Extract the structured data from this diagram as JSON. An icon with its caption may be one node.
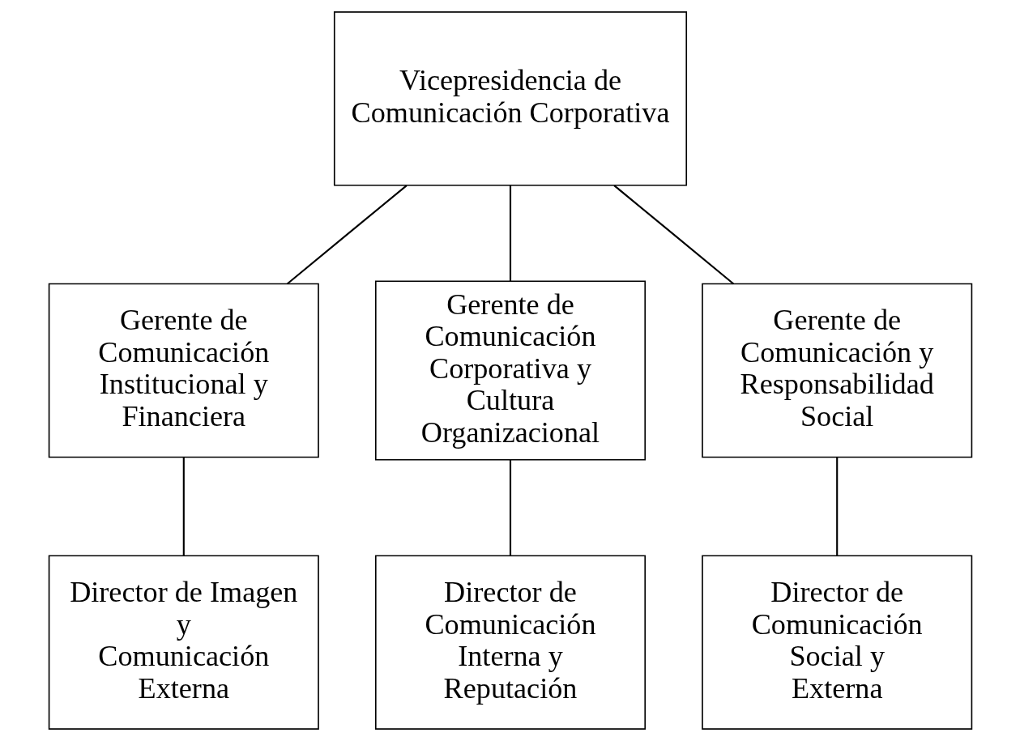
{
  "diagram": {
    "nodes": [
      {
        "text": [
          "Vicepresidencia de Comunicación Corporativa"
        ]
      },
      {
        "text": [
          "Gerente de Comunicación Institucional y Financiera"
        ]
      },
      {
        "text": [
          "Gerente de Comunicación Corporativa y Cultura Organizacional"
        ]
      },
      {
        "text": [
          "Gerente de Comunicación y Responsabilidad Social"
        ]
      },
      {
        "text": [
          "Director de Imagen y Comunicación Externa"
        ]
      },
      {
        "text": [
          "Director de Comunicación Interna y Reputación"
        ]
      },
      {
        "text": [
          "Director de Comunicación Social y Externa"
        ]
      }
    ],
    "edges": [
      {
        "from": 0,
        "to": 1,
        "arrow": "none"
      },
      {
        "from": 0,
        "to": 2,
        "arrow": "none"
      },
      {
        "from": 0,
        "to": 3,
        "arrow": "none"
      },
      {
        "from": 1,
        "to": 4,
        "arrow": "none"
      },
      {
        "from": 2,
        "to": 5,
        "arrow": "none"
      },
      {
        "from": 3,
        "to": 6,
        "arrow": "none"
      }
    ]
  }
}
